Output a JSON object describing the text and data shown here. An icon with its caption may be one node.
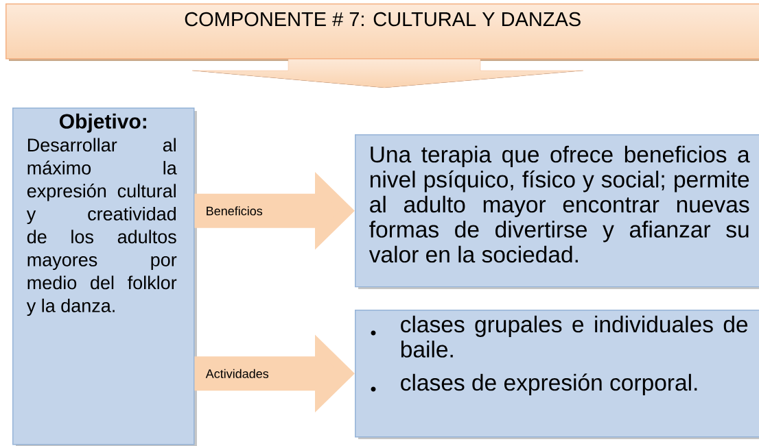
{
  "diagram": {
    "nodes": [
      {
        "text": [
          "COMPONENTE # 7: CULTURAL Y DANZAS"
        ]
      },
      {
        "text": [
          "Objetivo:",
          "Desarrollar al máximo la expresión cultural y creatividad de los adultos mayores por medio del folklor y la danza."
        ]
      },
      {
        "text": [
          "Una terapia que ofrece beneficios a nivel psíquico, físico  y social; permite al adulto mayor encontrar nuevas formas de divertirse y afianzar su valor en la sociedad."
        ]
      },
      {
        "text": [
          "clases grupales e individuales de baile.",
          "clases de expresión corporal."
        ]
      }
    ],
    "edges": [
      {
        "from": 1,
        "to": 2,
        "arrow": "to",
        "label": "Beneficios"
      },
      {
        "from": 1,
        "to": 3,
        "arrow": "to",
        "label": "Actividades"
      }
    ]
  }
}
